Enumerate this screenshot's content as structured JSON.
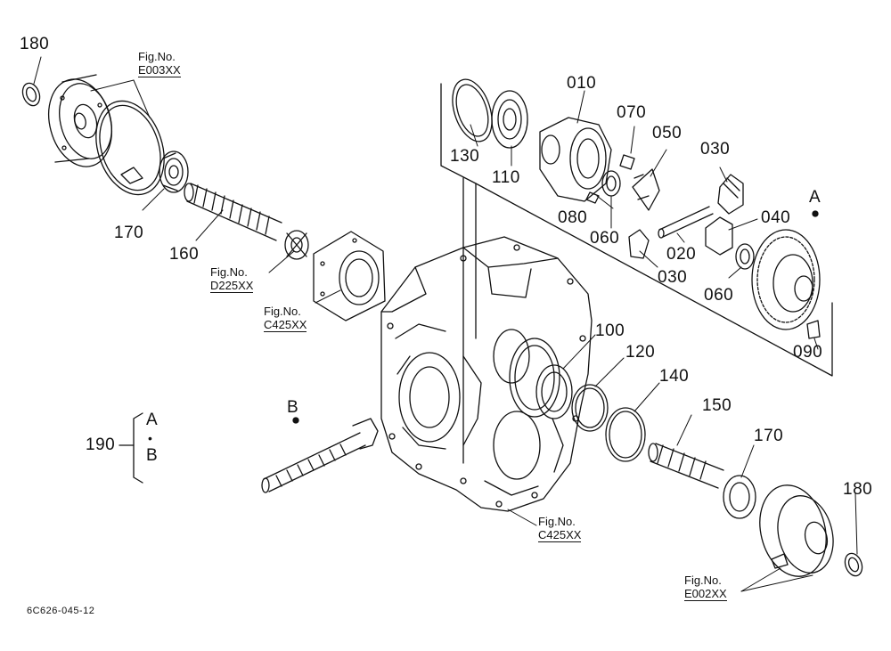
{
  "part_numbers": [
    "180",
    "170",
    "160",
    "130",
    "110",
    "010",
    "070",
    "050",
    "030",
    "080",
    "060",
    "040",
    "020",
    "030",
    "060",
    "090",
    "100",
    "120",
    "140",
    "150",
    "170",
    "180",
    "190"
  ],
  "points": {
    "a": "A",
    "b": "B",
    "a_dot": "•"
  },
  "fig_refs": [
    {
      "title": "Fig.No.",
      "ref": "E003XX"
    },
    {
      "title": "Fig.No.",
      "ref": "D225XX"
    },
    {
      "title": "Fig.No.",
      "ref": "C425XX"
    },
    {
      "title": "Fig.No.",
      "ref": "C425XX"
    },
    {
      "title": "Fig.No.",
      "ref": "E002XX"
    }
  ],
  "diagram_code": "6C626-045-12",
  "colors": {
    "ink": "#111111",
    "paper": "#ffffff"
  }
}
